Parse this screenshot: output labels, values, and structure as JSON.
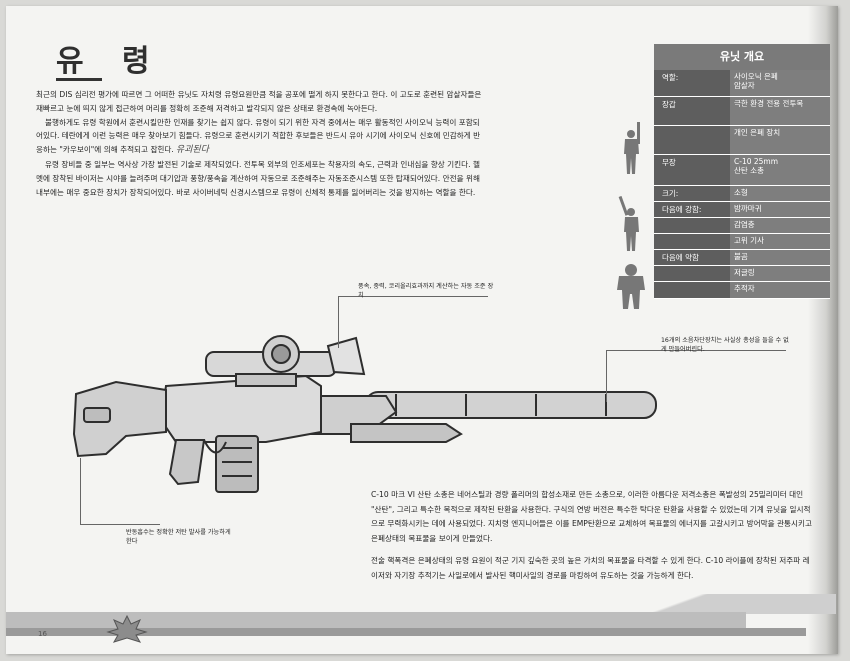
{
  "page": {
    "title": "유 령",
    "number": "16"
  },
  "intro": {
    "p1": "최근의 DIS 심리전 평가에 따르면 그 어떠한 유닛도 자치령 유령요원만큼 적을 공포에 떨게 하지 못한다고 한다. 이 고도로 훈련된 암살자들은 재빠르고 눈에 띄지 않게 접근하여 머리를 정확히 조준해 저격하고 발각되지 않은 상태로 환경속에 녹아든다.",
    "p2": "불행하게도 유령 학원에서 훈련시킬만한 인재를 찾기는 쉽지 않다. 유령이 되기 위한 자격 중에서는 매우 활동적인 사이오닉 능력이 포함되어있다. 테란에게 이런 능력은 매우 찾아보기 힘들다. 유령으로 훈련시키기 적합한 후보들은 반드시 유아 시기에 사이오닉 신호에 민감하게 반응하는 \"카우보이\"에 의해 추적되고 잡힌다.",
    "handnote": "유괴된다",
    "p3": "유령 장비들 중 일부는 역사상 가장 발전된 기술로 제작되었다. 전투복 외부의 인조세포는 착용자의 속도, 근력과 인내심을 향상 기킨다. 헬멧에 장착된 바이저는 시야를 늘려주며 대기압과 풍향/풍속을 계산하여 자동으로 조준해주는 자동조준시스템 또한 탑재되어있다. 안전을 위해 내부에는 매우 중요한 장치가 장착되어있다. 바로 사이버네틱 신경시스템으로 유령이 신체적 통제를 잃어버리는 것을 방지하는 역할을 한다."
  },
  "panel": {
    "title": "유닛 개요",
    "rows": [
      {
        "key": "역할:",
        "values": [
          "사이오닉 은폐",
          "암살자"
        ]
      },
      {
        "key": "장갑",
        "values": [
          "극한 환경 전용 전투복"
        ]
      },
      {
        "key": "",
        "values": [
          "개인 은폐 장치"
        ]
      },
      {
        "key": "무장",
        "values": [
          "C-10 25mm",
          "산탄 소총"
        ]
      },
      {
        "key": "크기:",
        "values": [
          "소형"
        ]
      },
      {
        "key": "다음에 강함:",
        "values": [
          "밤까마귀"
        ]
      },
      {
        "key": "",
        "values": [
          "감염충"
        ]
      },
      {
        "key": "",
        "values": [
          "고위 기사"
        ]
      },
      {
        "key": "다음에 약함",
        "values": [
          "불곰"
        ]
      },
      {
        "key": "",
        "values": [
          "저글링"
        ]
      },
      {
        "key": "",
        "values": [
          "추적자"
        ]
      }
    ]
  },
  "callouts": {
    "scope": "풍속, 중력, 코리올리효과까지 계산하는 자동 조준 장치",
    "suppressor": "16개의 소음차단장치는 사실상 총성을 들을 수 없게 만들어버린다.",
    "stock": "반동흡수는 정확한 저탄 발사를 가능하게 한다"
  },
  "body2": {
    "p1": "C-10 마크 VI 산탄 소총은 네어스틸과 경량 폴리머의 합성소재로 만든 소총으로, 이러한 아름다운 저격소총은 폭발성의 25밀리미터 대인 \"산탄\", 그리고 특수한 목적으로 제작된 탄환을 사용한다. 구식의 연방 버전은 특수한 탁다운 탄환을 사용할 수 있었는데 기계 유닛을 일시적으로 무력화시키는 데에 사용되었다. 지치령 엔지니어들은 이를 EMP탄환으로 교체하여 목표물의 에너지를 고갈시키고 방어막을 관통시키고 은폐상태의 목표물을 보이게 만들었다.",
    "p2": "전술 핵폭격은 은폐상태의 유령 요원이 적군 기지 깊숙한 곳의 높은 가치의 목표물을 타격할 수 있게 한다. C-10 라이플에 장착된 저주파 레이저와 자기장 추적기는 사일로에서 발사된 핵미사일의 경로를 마킹하여 유도하는 것을 가능하게 한다."
  }
}
